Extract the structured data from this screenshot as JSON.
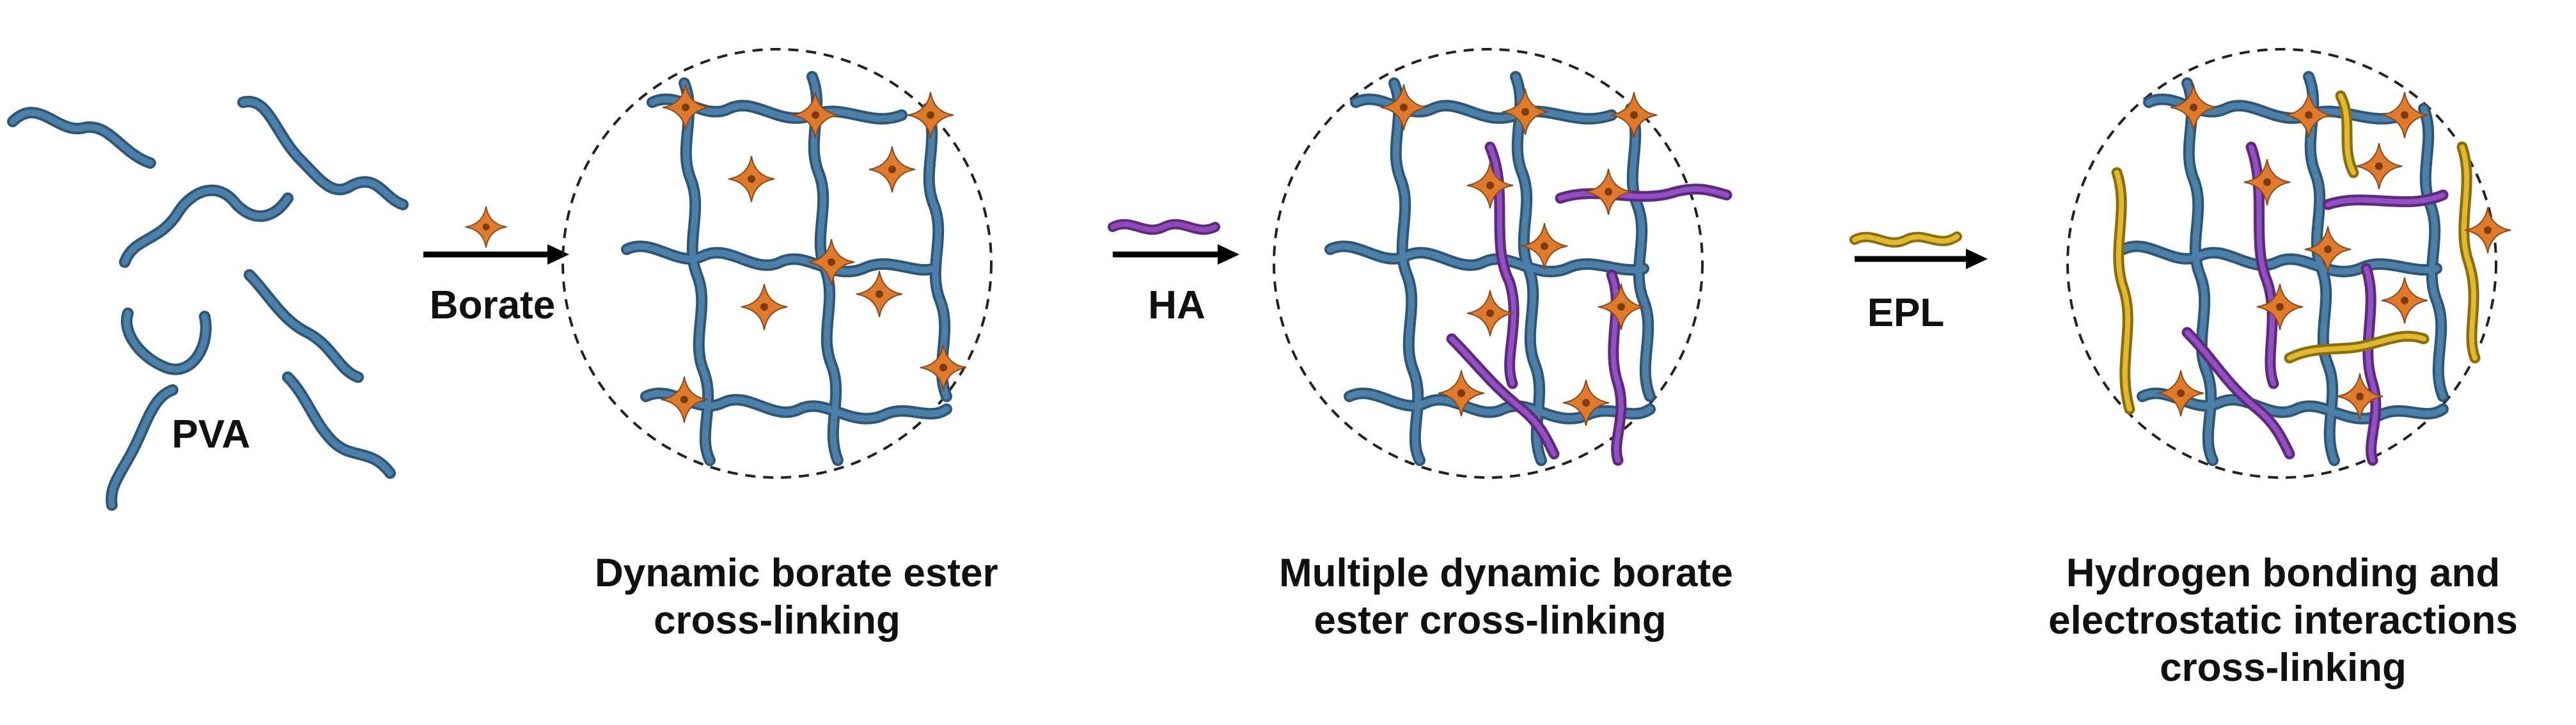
{
  "labels": {
    "pva": "PVA",
    "borate": "Borate",
    "ha": "HA",
    "epl": "EPL"
  },
  "captions": {
    "stage1": [
      "Dynamic borate ester",
      "cross-linking"
    ],
    "stage2": [
      "Multiple dynamic borate",
      "ester cross-linking"
    ],
    "stage3": [
      "Hydrogen bonding and",
      "electrostatic interactions",
      "cross-linking"
    ]
  },
  "colors": {
    "pva": "#3f6f95",
    "pva_highlight": "#7aa7c8",
    "ha": "#7b3aa0",
    "epl": "#c9a21c",
    "borate": "#e07a2b",
    "borate_core": "#7a3b12",
    "arrow": "#000000",
    "circle": "#222222"
  }
}
